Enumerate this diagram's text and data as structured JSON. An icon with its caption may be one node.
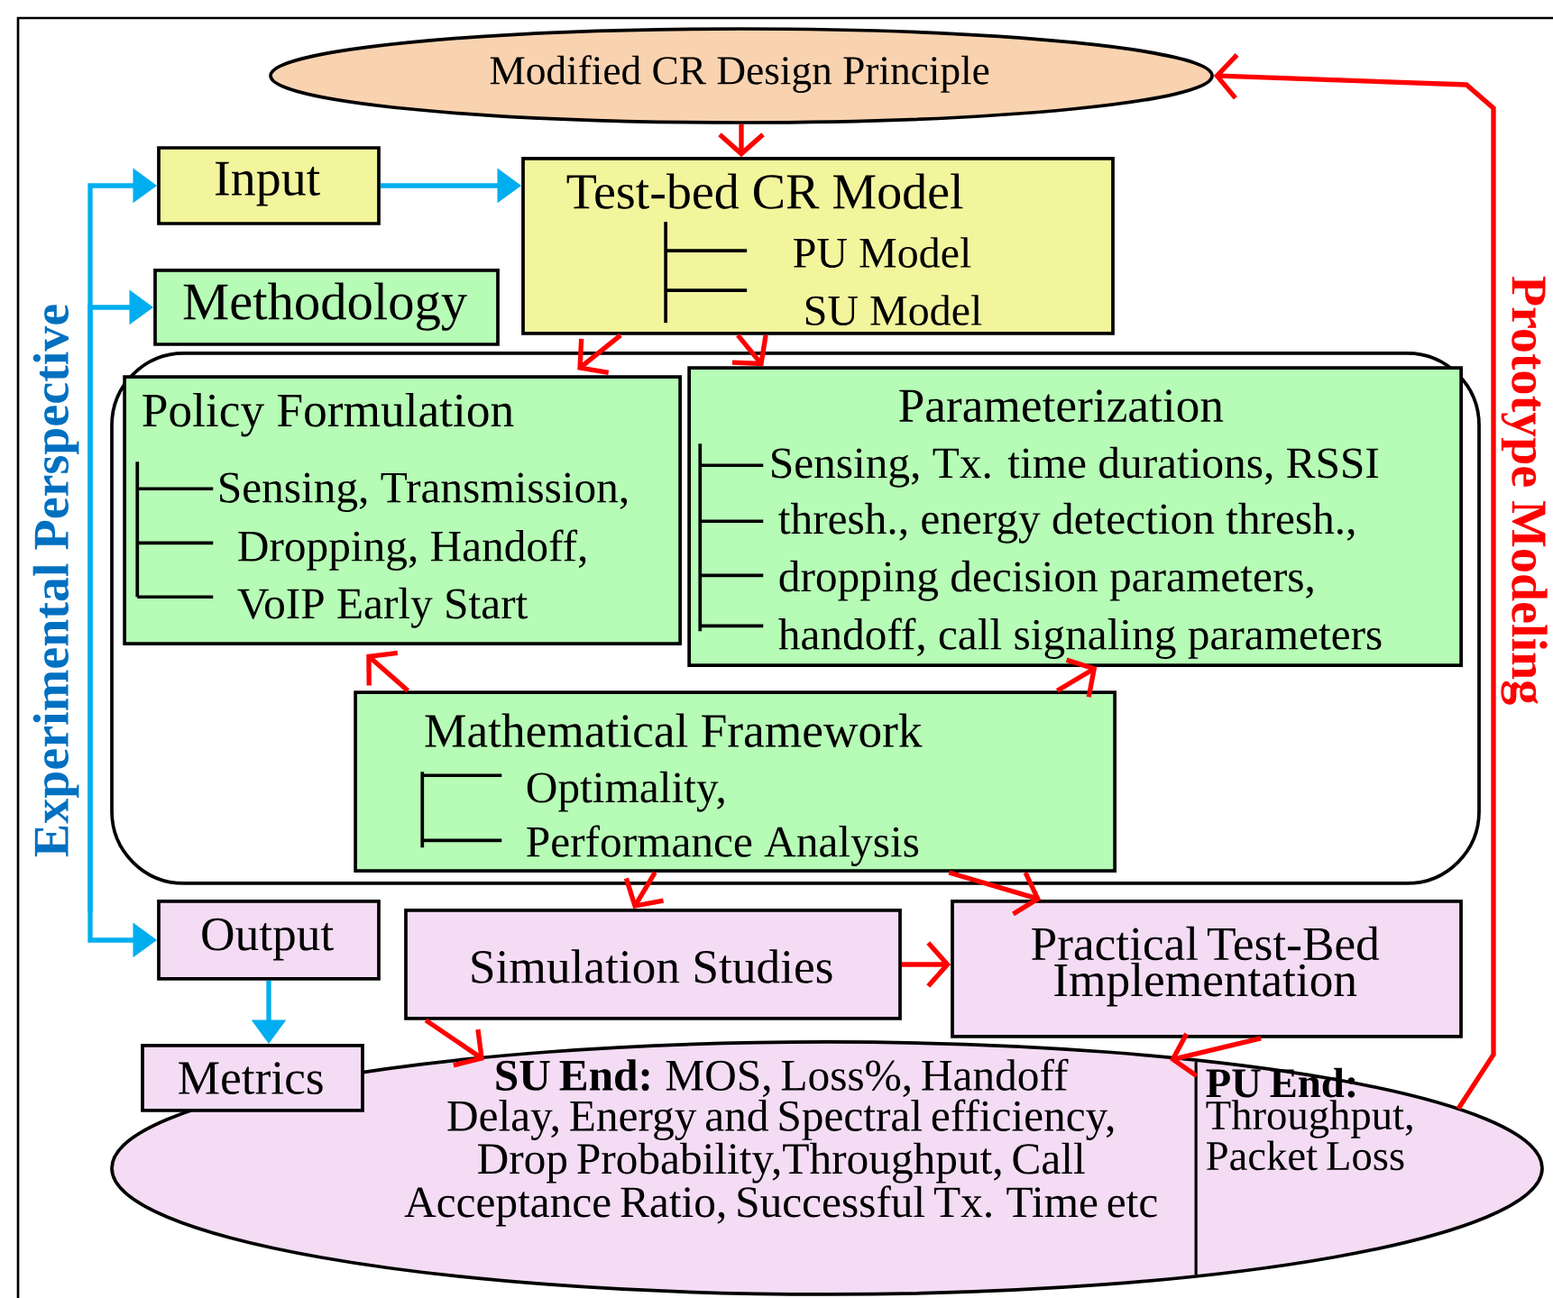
{
  "diagram": {
    "nodes": [
      {
        "text": [
          "Modified CR Design Principle"
        ]
      },
      {
        "text": [
          "Input"
        ]
      },
      {
        "text": [
          "Test-bed CR Model",
          "PU Model",
          "SU Model"
        ]
      },
      {
        "text": [
          "Methodology"
        ]
      },
      {
        "text": [],
        "shape": "box"
      },
      {
        "text": [
          "Policy Formulation",
          "Sensing, Transmission,",
          "Dropping, Handoff,",
          "VoIP Early Start"
        ],
        "in": 4
      },
      {
        "text": [
          "Parameterization",
          "Sensing, Tx. time durations, RSSI",
          "thresh., energy detection thresh.,",
          "dropping decision parameters,",
          "handoff, call signaling parameters"
        ],
        "in": 4
      },
      {
        "text": [
          "Mathematical Framework",
          "Optimality,",
          "Performance Analysis"
        ],
        "in": 4
      },
      {
        "text": [
          "Output"
        ]
      },
      {
        "text": [
          "Simulation Studies"
        ]
      },
      {
        "text": [
          "Practical Test-Bed Implementation"
        ]
      },
      {
        "text": [
          "Metrics"
        ]
      },
      {
        "text": [
          "**SU End:** MOS, Loss%, Handoff Delay, Energy and Spectral efficiency, Drop Probability,Throughput, Call Acceptance Ratio, Successful Tx. Time etc",
          "**PU End:** Throughput, Packet Loss"
        ]
      }
    ],
    "edges": [
      {
        "from": 0,
        "to": 2,
        "arrow": "to"
      },
      {
        "from": null,
        "to": 1,
        "arrow": "to",
        "color": "#00aeef"
      },
      {
        "from": null,
        "to": 3,
        "arrow": "to",
        "color": "#00aeef"
      },
      {
        "from": null,
        "to": 8,
        "arrow": "to",
        "color": "#00aeef"
      },
      {
        "from": 1,
        "to": 2,
        "arrow": "to",
        "color": "#00aeef"
      },
      {
        "from": 8,
        "to": 11,
        "arrow": "to",
        "color": "#00aeef"
      },
      {
        "from": 2,
        "to": 5,
        "arrow": "to"
      },
      {
        "from": 2,
        "to": 6,
        "arrow": "to"
      },
      {
        "from": 7,
        "to": 5,
        "arrow": "to"
      },
      {
        "from": 7,
        "to": 6,
        "arrow": "to"
      },
      {
        "from": 7,
        "to": 9,
        "arrow": "to"
      },
      {
        "from": 7,
        "to": 10,
        "arrow": "to"
      },
      {
        "from": 9,
        "to": 10,
        "arrow": "to"
      },
      {
        "from": 9,
        "to": 12,
        "arrow": "to"
      },
      {
        "from": 10,
        "to": 12,
        "arrow": "to"
      },
      {
        "from": 12,
        "to": 0,
        "arrow": "to"
      }
    ],
    "labels": [
      "Experimental Perspective",
      "Prototype Modeling"
    ]
  }
}
